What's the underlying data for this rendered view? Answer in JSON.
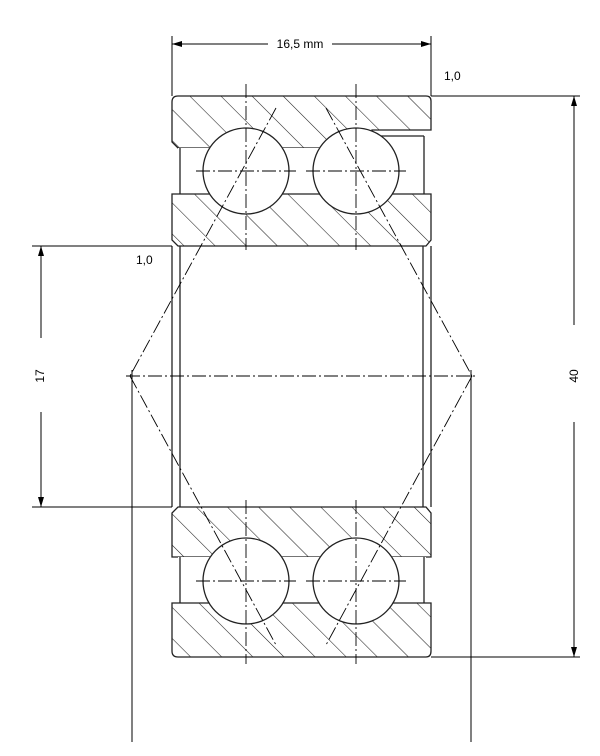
{
  "dimensions": {
    "width_label": "16,5 mm",
    "chamfer_top_right": "1,0",
    "chamfer_bore": "1,0",
    "bore_diameter": "17",
    "outer_diameter": "40"
  },
  "colors": {
    "line": "#000000",
    "background": "#ffffff"
  }
}
